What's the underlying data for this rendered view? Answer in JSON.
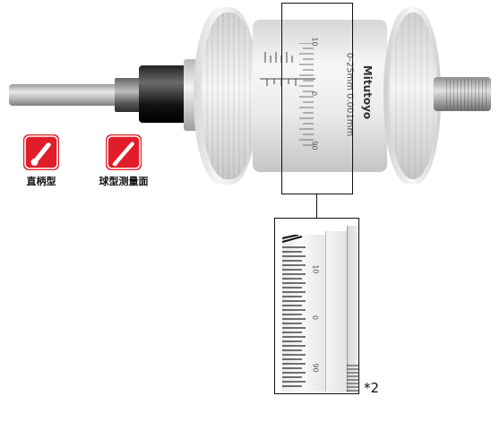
{
  "icons": [
    {
      "label": "直柄型",
      "icon": "straight-spindle-icon"
    },
    {
      "label": "球型测量面",
      "icon": "spherical-face-icon"
    }
  ],
  "micrometer": {
    "brand": "Mitutoyo",
    "spec": "0-25mm 0.001mm",
    "scale_numbers": [
      "10",
      "0",
      "90"
    ]
  },
  "callout": {
    "scale_numbers": [
      "10",
      "0",
      "90"
    ],
    "footnote": "*2"
  },
  "colors": {
    "accent": "#e11d29"
  }
}
